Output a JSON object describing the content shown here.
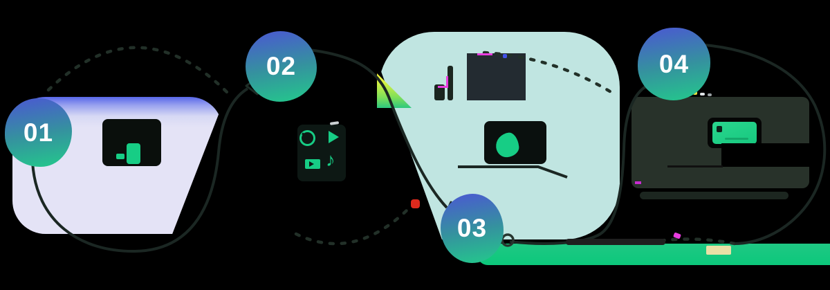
{
  "diagram": {
    "type": "process-flow-infographic",
    "steps": [
      {
        "number": "01",
        "icon": "monitor-phone-icon"
      },
      {
        "number": "02",
        "icon": "media-channels-icon"
      },
      {
        "number": "03",
        "icon": "chat-leaf-icon"
      },
      {
        "number": "04",
        "icon": "banner-card-icon"
      }
    ],
    "colors": {
      "canvas_bg": "#000000",
      "circle_gradient_top": "#4b57d3",
      "circle_gradient_bottom": "#23ca8b",
      "number_text": "#ffffff",
      "section1_panel_top": "#5766e8",
      "section1_panel": "#e4e3f6",
      "section3_panel": "#c0e5e1",
      "section4_panel": "#28322a",
      "accent_green": "#17cd85",
      "green_band": "#0cc87b",
      "accent_red": "#df2a1d",
      "accent_magenta": "#e93ce0",
      "accent_yellow": "#e9e0a6",
      "wedge_yellow": "#edf53c",
      "line_dark": "#1b2723"
    }
  }
}
